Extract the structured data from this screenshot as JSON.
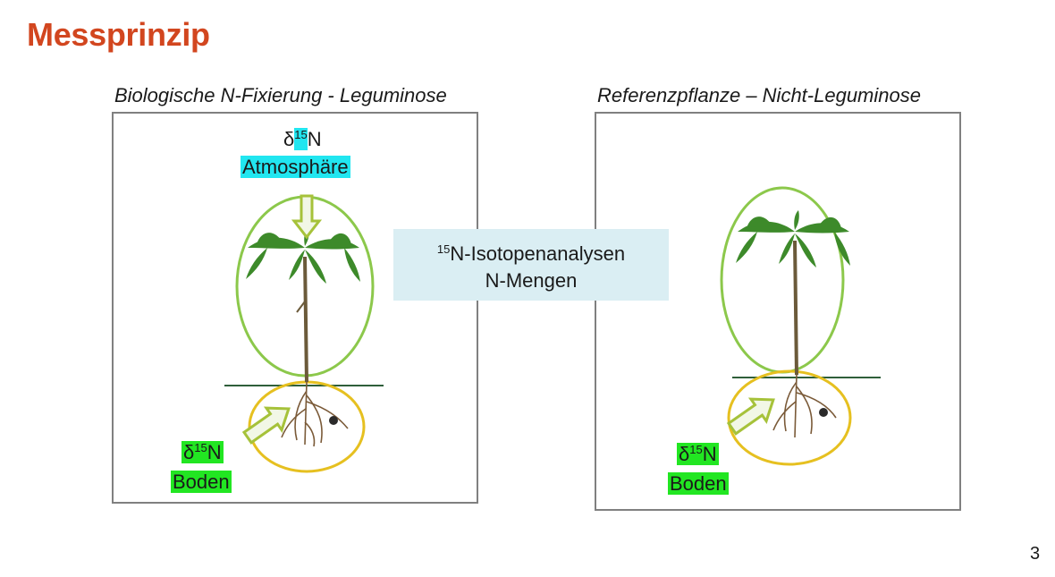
{
  "slide": {
    "title": "Messprinzip",
    "page_number": "3"
  },
  "left_panel": {
    "subtitle": "Biologische N-Fixierung - Leguminose",
    "top_label": {
      "delta": "δ",
      "sup": "15",
      "element": "N",
      "text": "Atmosphäre"
    },
    "bottom_label": {
      "delta": "δ",
      "sup": "15",
      "element": "N",
      "text": "Boden"
    }
  },
  "right_panel": {
    "subtitle": "Referenzpflanze  – Nicht-Leguminose",
    "bottom_label": {
      "delta": "δ",
      "sup": "15",
      "element": "N",
      "text": "Boden"
    }
  },
  "center_box": {
    "sup": "15",
    "line1": "N-Isotopenanalysen",
    "line2": "N-Mengen"
  },
  "colors": {
    "title": "#d2461f",
    "highlight_atmosphere": "#21e6f0",
    "highlight_soil": "#22e622",
    "ellipse_shoot": "#8cc84b",
    "ellipse_root": "#e6c020",
    "center_box_bg": "#daeef3"
  },
  "icons": [
    "plant-image",
    "arrow-down-icon",
    "arrow-diagonal-icon"
  ]
}
